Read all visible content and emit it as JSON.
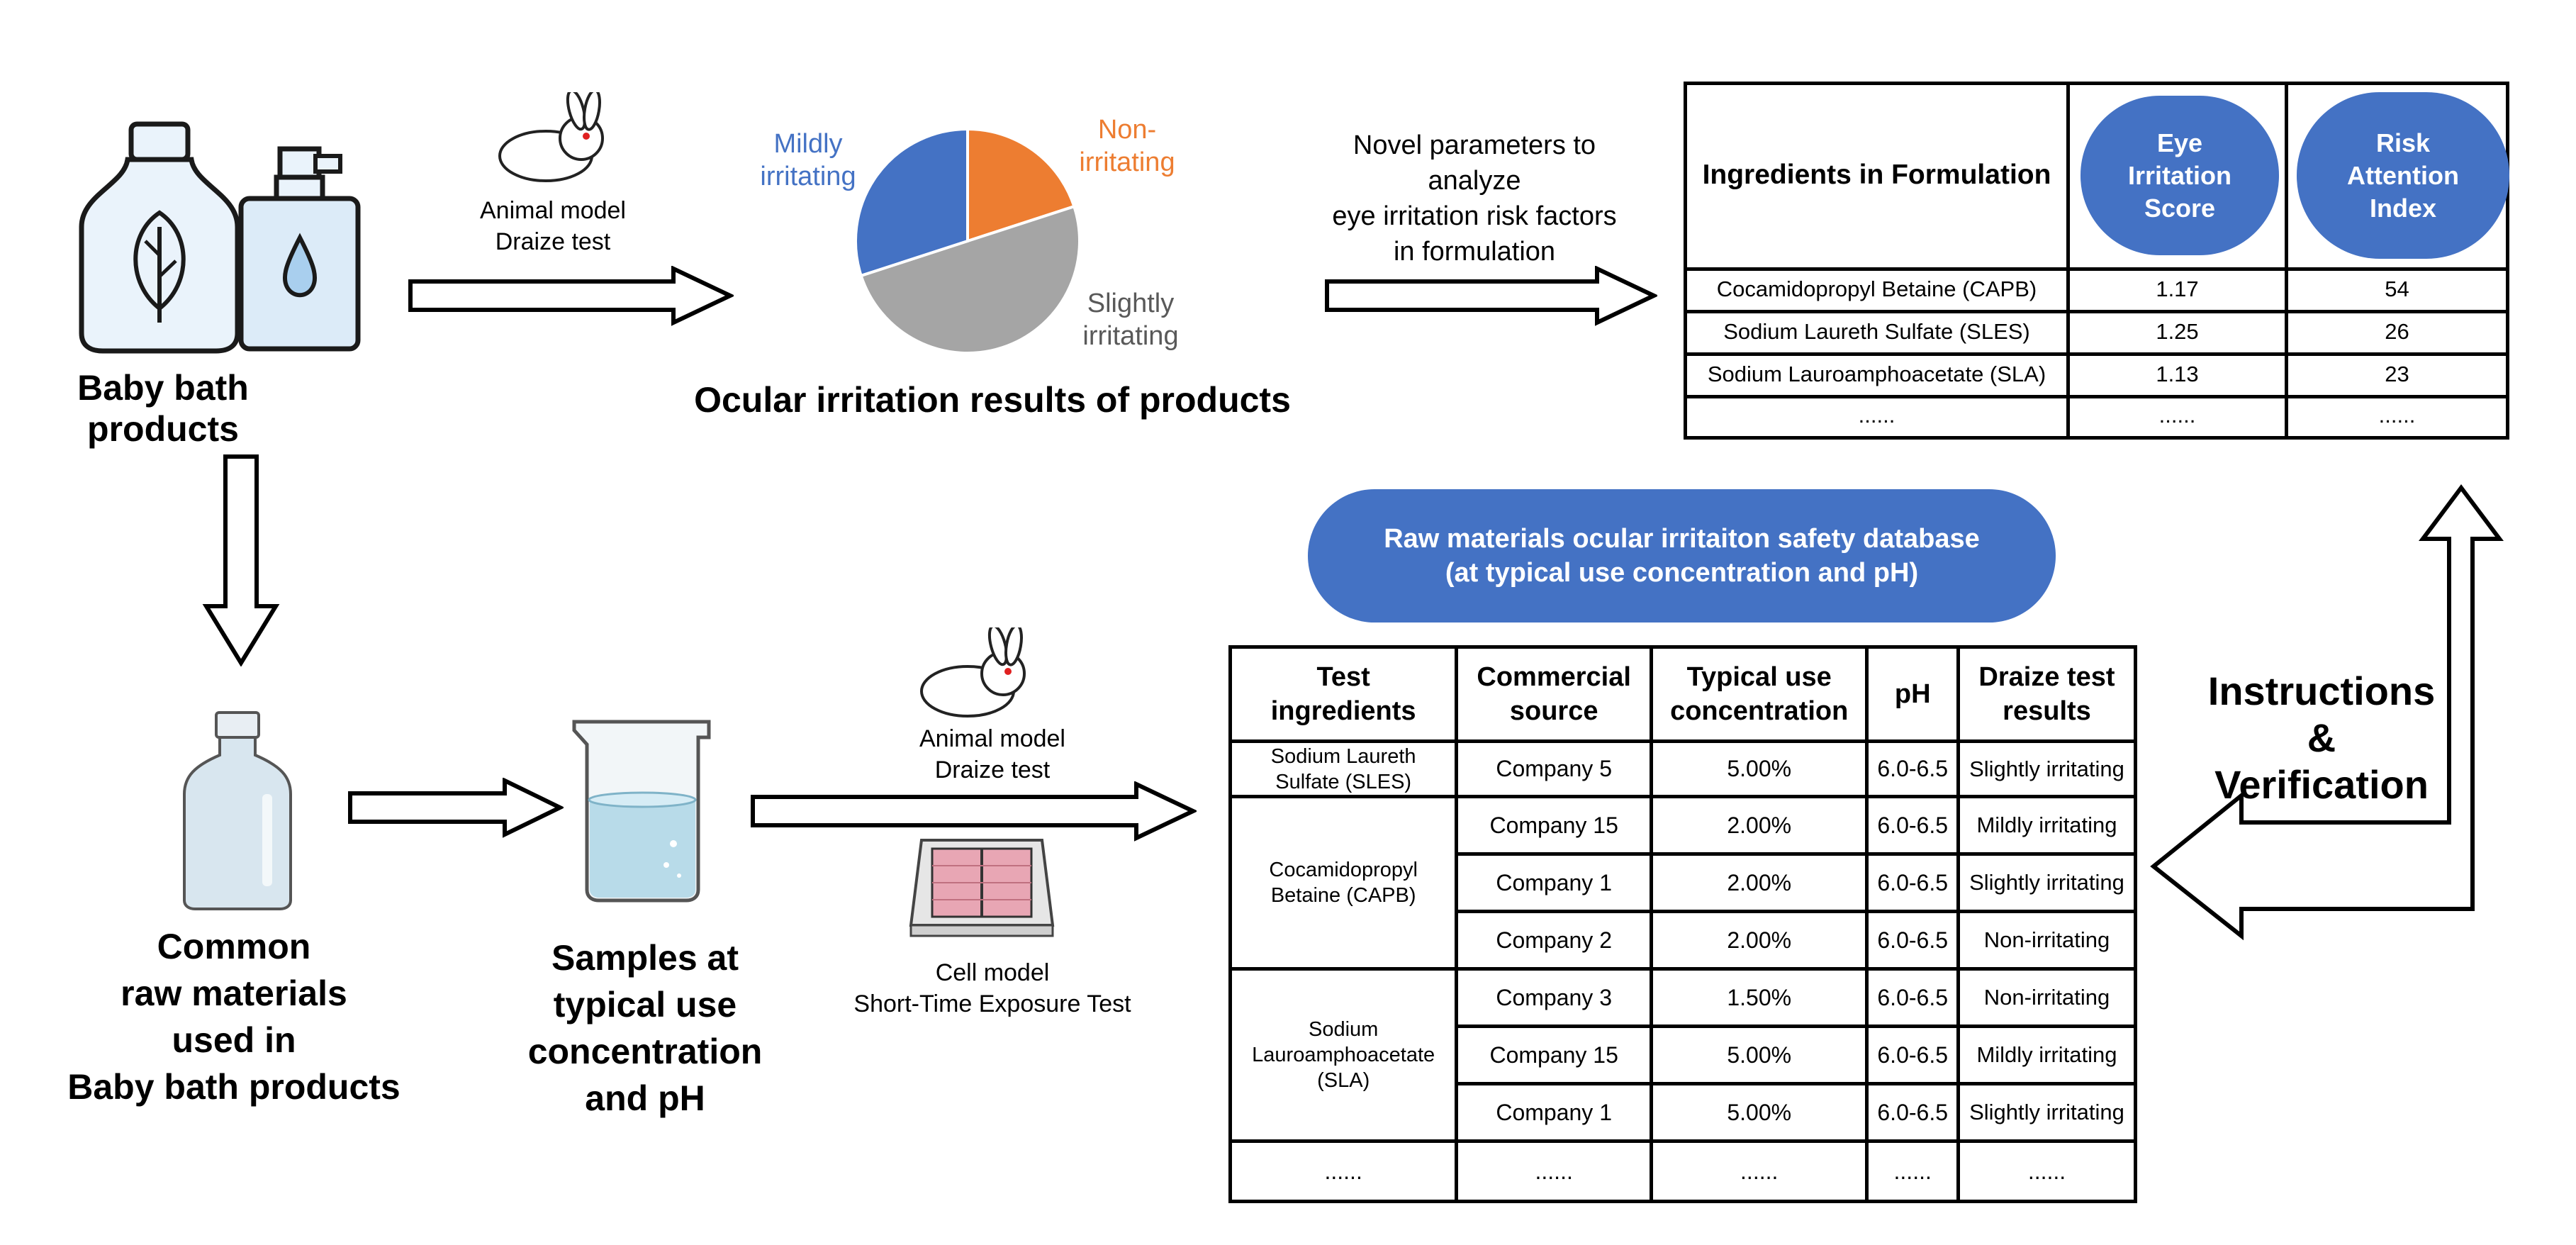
{
  "colors": {
    "accent_blue": "#4472c4",
    "orange": "#ed7d31",
    "gray": "#a5a5a5"
  },
  "products": {
    "label": "Baby bath products",
    "icons": [
      "bottle-leaf-icon",
      "bottle-drop-icon"
    ]
  },
  "animal_model_top": {
    "line1": "Animal model",
    "line2": "Draize test"
  },
  "chart_data": {
    "type": "pie",
    "title": "Ocular irritation results of products",
    "slices": [
      {
        "label": "Non-irritating",
        "label_lines": [
          "Non-",
          "irritating"
        ],
        "value": 20,
        "color": "#ed7d31"
      },
      {
        "label": "Slightly irritating",
        "label_lines": [
          "Slightly",
          "irritating"
        ],
        "value": 50,
        "color": "#a5a5a5"
      },
      {
        "label": "Mildly irritating",
        "label_lines": [
          "Mildly",
          "irritating"
        ],
        "value": 30,
        "color": "#4472c4"
      }
    ]
  },
  "novel_params": {
    "lines": [
      "Novel parameters to",
      "analyze",
      "eye irritation risk factors",
      "in formulation"
    ]
  },
  "formulation_table": {
    "header": [
      "Ingredients in Formulation",
      "Eye Irritation Score",
      "Risk Attention Index"
    ],
    "rows": [
      [
        "Cocamidopropyl Betaine (CAPB)",
        "1.17",
        "54"
      ],
      [
        "Sodium Laureth Sulfate (SLES)",
        "1.25",
        "26"
      ],
      [
        "Sodium Lauroamphoacetate (SLA)",
        "1.13",
        "23"
      ],
      [
        "......",
        "......",
        "......"
      ]
    ]
  },
  "raw_materials": {
    "lines": [
      "Common",
      "raw materials",
      "used in",
      "Baby bath products"
    ]
  },
  "samples": {
    "lines": [
      "Samples at",
      "typical use",
      "concentration",
      "and pH"
    ]
  },
  "animal_model_bottom": {
    "line1": "Animal model",
    "line2": "Draize test"
  },
  "cell_model": {
    "line1": "Cell model",
    "line2": "Short-Time Exposure Test"
  },
  "database": {
    "line1": "Raw materials ocular irritaiton safety database",
    "line2": "(at typical use concentration and pH)"
  },
  "safety_table": {
    "header": [
      "Test ingredients",
      "Commercial source",
      "Typical use concentration",
      "pH",
      "Draize test results"
    ],
    "groups": [
      {
        "ingredient": "Sodium Laureth Sulfate (SLES)",
        "rows": [
          [
            "Company 5",
            "5.00%",
            "6.0-6.5",
            "Slightly irritating"
          ]
        ]
      },
      {
        "ingredient": "Cocamidopropyl Betaine (CAPB)",
        "rows": [
          [
            "Company 15",
            "2.00%",
            "6.0-6.5",
            "Mildly irritating"
          ],
          [
            "Company 1",
            "2.00%",
            "6.0-6.5",
            "Slightly irritating"
          ],
          [
            "Company 2",
            "2.00%",
            "6.0-6.5",
            "Non-irritating"
          ]
        ]
      },
      {
        "ingredient": "Sodium Lauroamphoacetate (SLA)",
        "rows": [
          [
            "Company 3",
            "1.50%",
            "6.0-6.5",
            "Non-irritating"
          ],
          [
            "Company 15",
            "5.00%",
            "6.0-6.5",
            "Mildly irritating"
          ],
          [
            "Company 1",
            "5.00%",
            "6.0-6.5",
            "Slightly irritating"
          ]
        ]
      }
    ],
    "ellipsis": [
      "......",
      "......",
      "......",
      "......",
      "......"
    ]
  },
  "instructions": {
    "line1": "Instructions",
    "line2": "&",
    "line3": "Verification"
  }
}
